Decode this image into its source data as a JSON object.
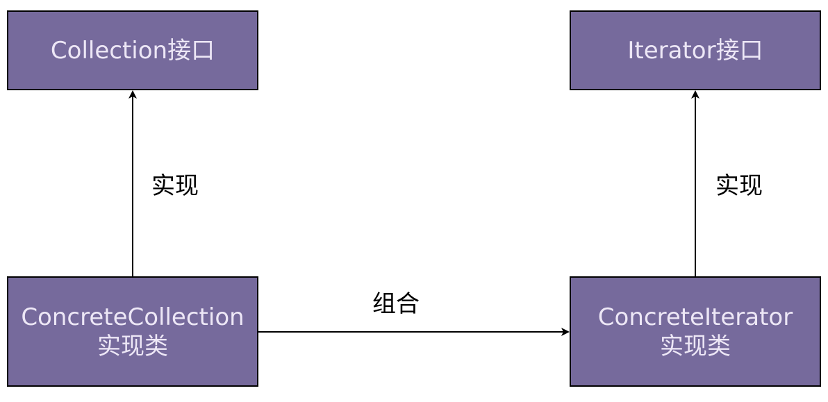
{
  "nodes": {
    "collection_interface": {
      "label": "Collection接口"
    },
    "iterator_interface": {
      "label": "Iterator接口"
    },
    "concrete_collection": {
      "line1": "ConcreteCollection",
      "line2": "实现类"
    },
    "concrete_iterator": {
      "line1": "ConcreteIterator",
      "line2": "实现类"
    }
  },
  "edges": {
    "impl_left": {
      "label": "实现"
    },
    "impl_right": {
      "label": "实现"
    },
    "compose": {
      "label": "组合"
    }
  },
  "colors": {
    "node_fill": "#766a9c",
    "node_border": "#000000",
    "node_text": "#ede7f6",
    "edge": "#000000"
  }
}
